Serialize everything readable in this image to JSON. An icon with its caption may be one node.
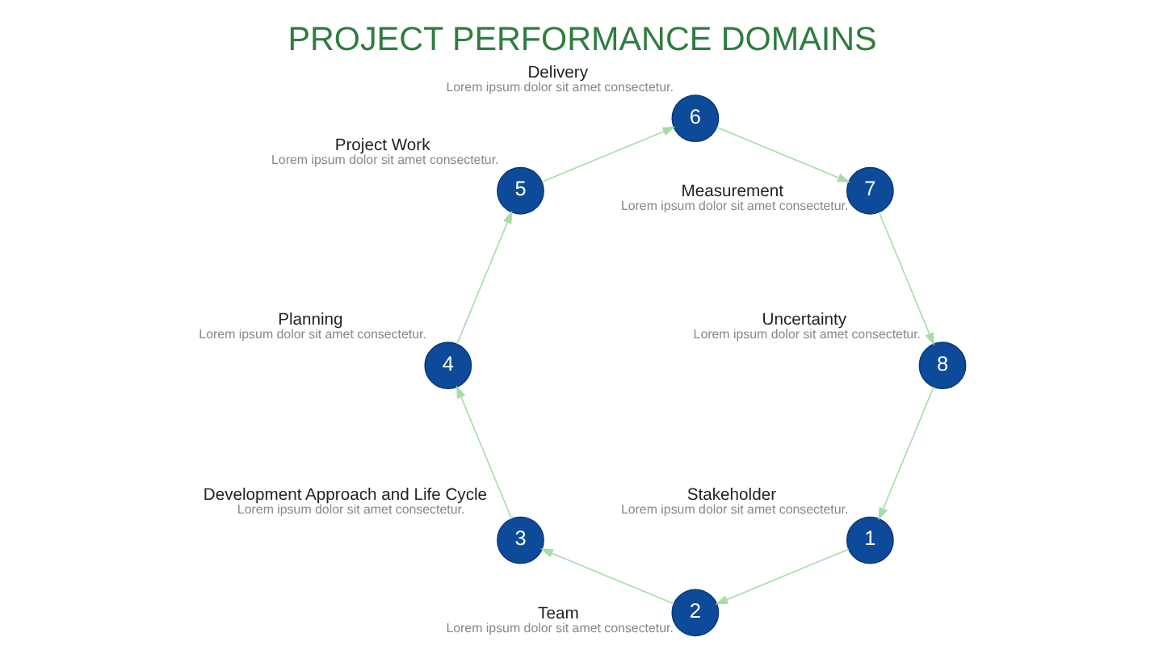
{
  "diagram": {
    "title": "PROJECT PERFORMANCE DOMAINS",
    "nodes": [
      {
        "text": [
          "1"
        ],
        "beside": [
          "Stakeholder",
          "Lorem ipsum dolor sit amet consectetur."
        ]
      },
      {
        "text": [
          "2"
        ],
        "beside": [
          "Team",
          "Lorem ipsum dolor sit amet consectetur."
        ]
      },
      {
        "text": [
          "3"
        ],
        "beside": [
          "Development Approach and Life Cycle",
          "Lorem ipsum dolor sit amet consectetur."
        ]
      },
      {
        "text": [
          "4"
        ],
        "beside": [
          "Planning",
          "Lorem ipsum dolor sit amet consectetur."
        ]
      },
      {
        "text": [
          "5"
        ],
        "beside": [
          "Project Work",
          "Lorem ipsum dolor sit amet consectetur."
        ]
      },
      {
        "text": [
          "6"
        ],
        "beside": [
          "Delivery",
          "Lorem ipsum dolor sit amet consectetur."
        ]
      },
      {
        "text": [
          "7"
        ],
        "beside": [
          "Measurement",
          "Lorem ipsum dolor sit amet consectetur."
        ]
      },
      {
        "text": [
          "8"
        ],
        "beside": [
          "Uncertainty",
          "Lorem ipsum dolor sit amet consectetur."
        ]
      }
    ],
    "edges": [
      {
        "from": 0,
        "to": 1,
        "arrow": "to",
        "color": "#a8dba8"
      },
      {
        "from": 1,
        "to": 2,
        "arrow": "to",
        "color": "#a8dba8"
      },
      {
        "from": 2,
        "to": 3,
        "arrow": "to",
        "color": "#a8dba8"
      },
      {
        "from": 3,
        "to": 4,
        "arrow": "to",
        "color": "#a8dba8"
      },
      {
        "from": 4,
        "to": 5,
        "arrow": "to",
        "color": "#a8dba8"
      },
      {
        "from": 5,
        "to": 6,
        "arrow": "to",
        "color": "#a8dba8"
      },
      {
        "from": 6,
        "to": 7,
        "arrow": "to",
        "color": "#a8dba8"
      },
      {
        "from": 7,
        "to": 0,
        "arrow": "to",
        "color": "#a8dba8"
      }
    ]
  }
}
